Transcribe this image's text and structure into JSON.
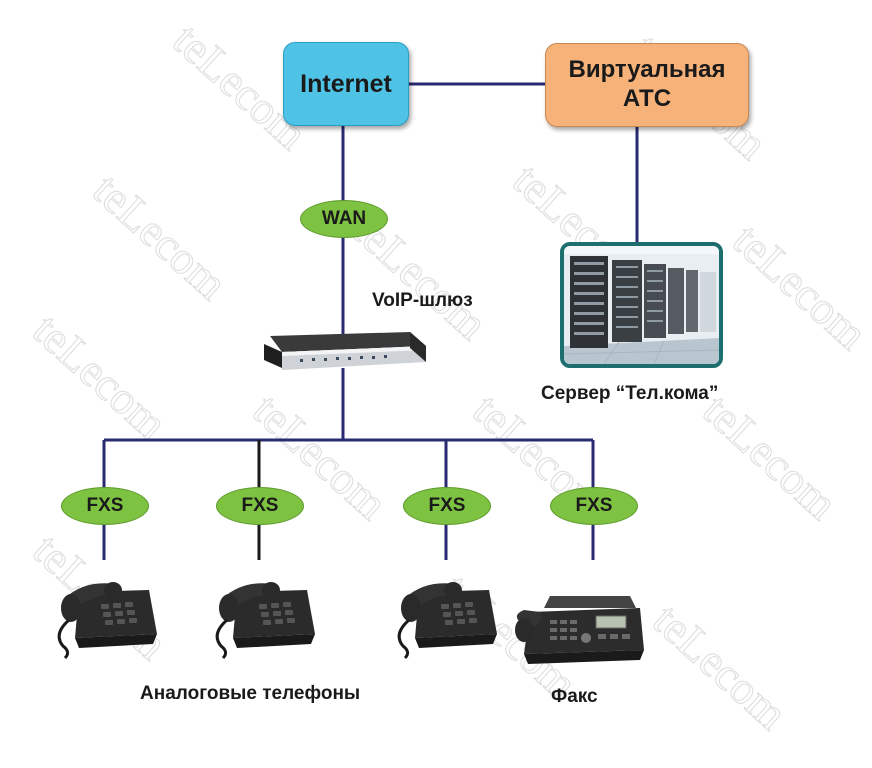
{
  "nodes": {
    "internet": "Internet",
    "ats_line1": "Виртуальная",
    "ats_line2": "АТС",
    "wan": "WAN",
    "voip_gateway": "VoIP-шлюз",
    "server": "Сервер “Тел.кома”",
    "phones": "Аналоговые телефоны",
    "fax": "Факс"
  },
  "ports": [
    "FXS",
    "FXS",
    "FXS",
    "FXS"
  ],
  "watermark": "teLecom",
  "colors": {
    "internet": "#4fc3e6",
    "ats": "#f7b27a",
    "port": "#7ec242",
    "line": "#2a2a72"
  }
}
